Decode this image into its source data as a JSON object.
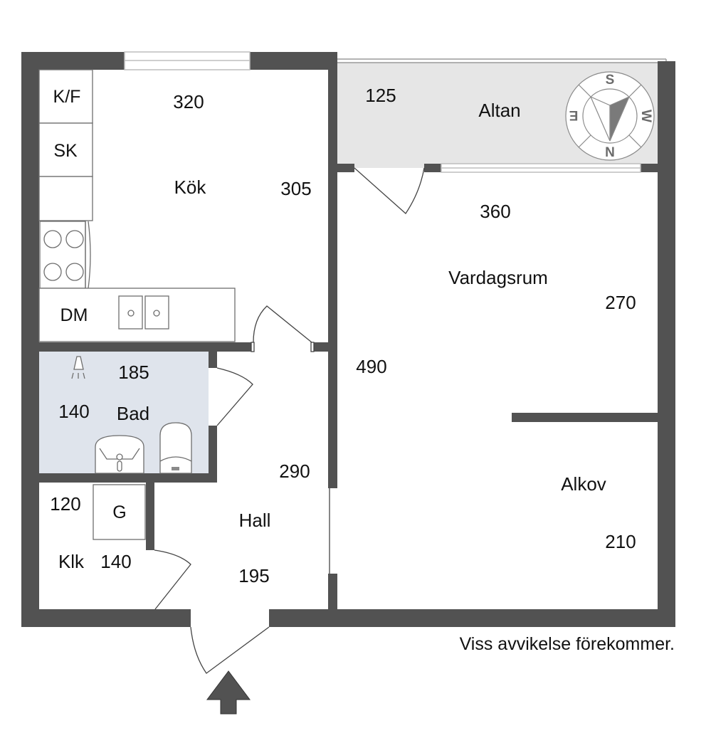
{
  "colors": {
    "wall": "#525252",
    "bath_fill": "#dfe4ec",
    "balcony_fill": "#e6e6e6",
    "fixture_stroke": "#6e6e6e",
    "text": "#111111",
    "compass_text": "#6b6b6b"
  },
  "rooms": {
    "kitchen": {
      "name": "Kök",
      "width": "320",
      "depth": "305"
    },
    "balcony": {
      "name": "Altan",
      "depth": "125"
    },
    "living": {
      "name": "Vardagsrum",
      "width": "360",
      "depth": "270",
      "length": "490"
    },
    "alcove": {
      "name": "Alkov",
      "depth": "210"
    },
    "bath": {
      "name": "Bad",
      "width": "185",
      "depth": "140"
    },
    "hall": {
      "name": "Hall",
      "depth": "290",
      "width": "195"
    },
    "closet": {
      "name": "Klk",
      "width": "120",
      "depth": "140"
    }
  },
  "fixtures": {
    "fridge_freezer": "K/F",
    "cabinet": "SK",
    "dishwasher": "DM",
    "wardrobe": "G"
  },
  "compass": {
    "north": "N",
    "south": "S",
    "east": "E",
    "west": "W"
  },
  "entrance_icon": "entrance-arrow-icon",
  "disclaimer": "Viss avvikelse förekommer."
}
